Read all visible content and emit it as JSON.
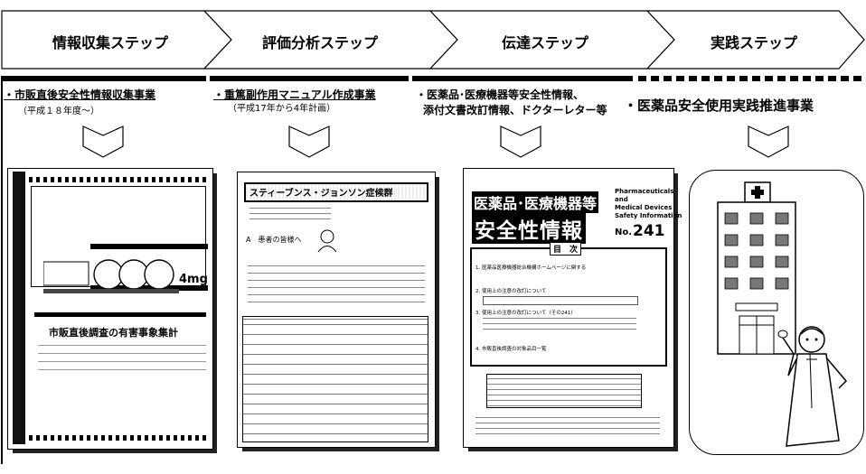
{
  "steps": [
    {
      "label": "情報収集ステップ"
    },
    {
      "label": "評価分析ステップ"
    },
    {
      "label": "伝達ステップ"
    },
    {
      "label": "実践ステップ"
    }
  ],
  "items": {
    "item1": {
      "title": "・市販直後安全性情報収集事業",
      "sub": "（平成１８年度～）"
    },
    "item2": {
      "title": "・重篤副作用マニュアル作成事業",
      "sub": "（平成17年から4年計画）"
    },
    "item3": {
      "title_line1": "・医薬品･医療機器等安全性情報、",
      "title_line2": "添付文書改訂情報、ドクターレター等"
    },
    "item4": {
      "title": "・医薬品安全使用実践推進事業"
    }
  },
  "doc1": {
    "dosage": "4mg",
    "heading": "市販直後調査の有害事象集計"
  },
  "doc2": {
    "title": "スティーブンス・ジョンソン症候群",
    "section_label": "A　患者の皆様へ"
  },
  "doc3": {
    "masthead_line1": "医薬品･医療機器等",
    "masthead_line2": "安全性情報",
    "english_line1": "Pharmaceuticals",
    "english_line2": "and",
    "english_line3": "Medical Devices",
    "english_line4": "Safety Information",
    "number_prefix": "No.",
    "number": "241",
    "contents_label": "目　次",
    "toc": [
      "1. 医薬品医療機器総合機構ホームページに関する",
      "2. 使用上の注意の改訂について",
      "3. 使用上の注意の改訂について（その241）",
      "4. 市販直後調査の対象品目一覧"
    ]
  }
}
